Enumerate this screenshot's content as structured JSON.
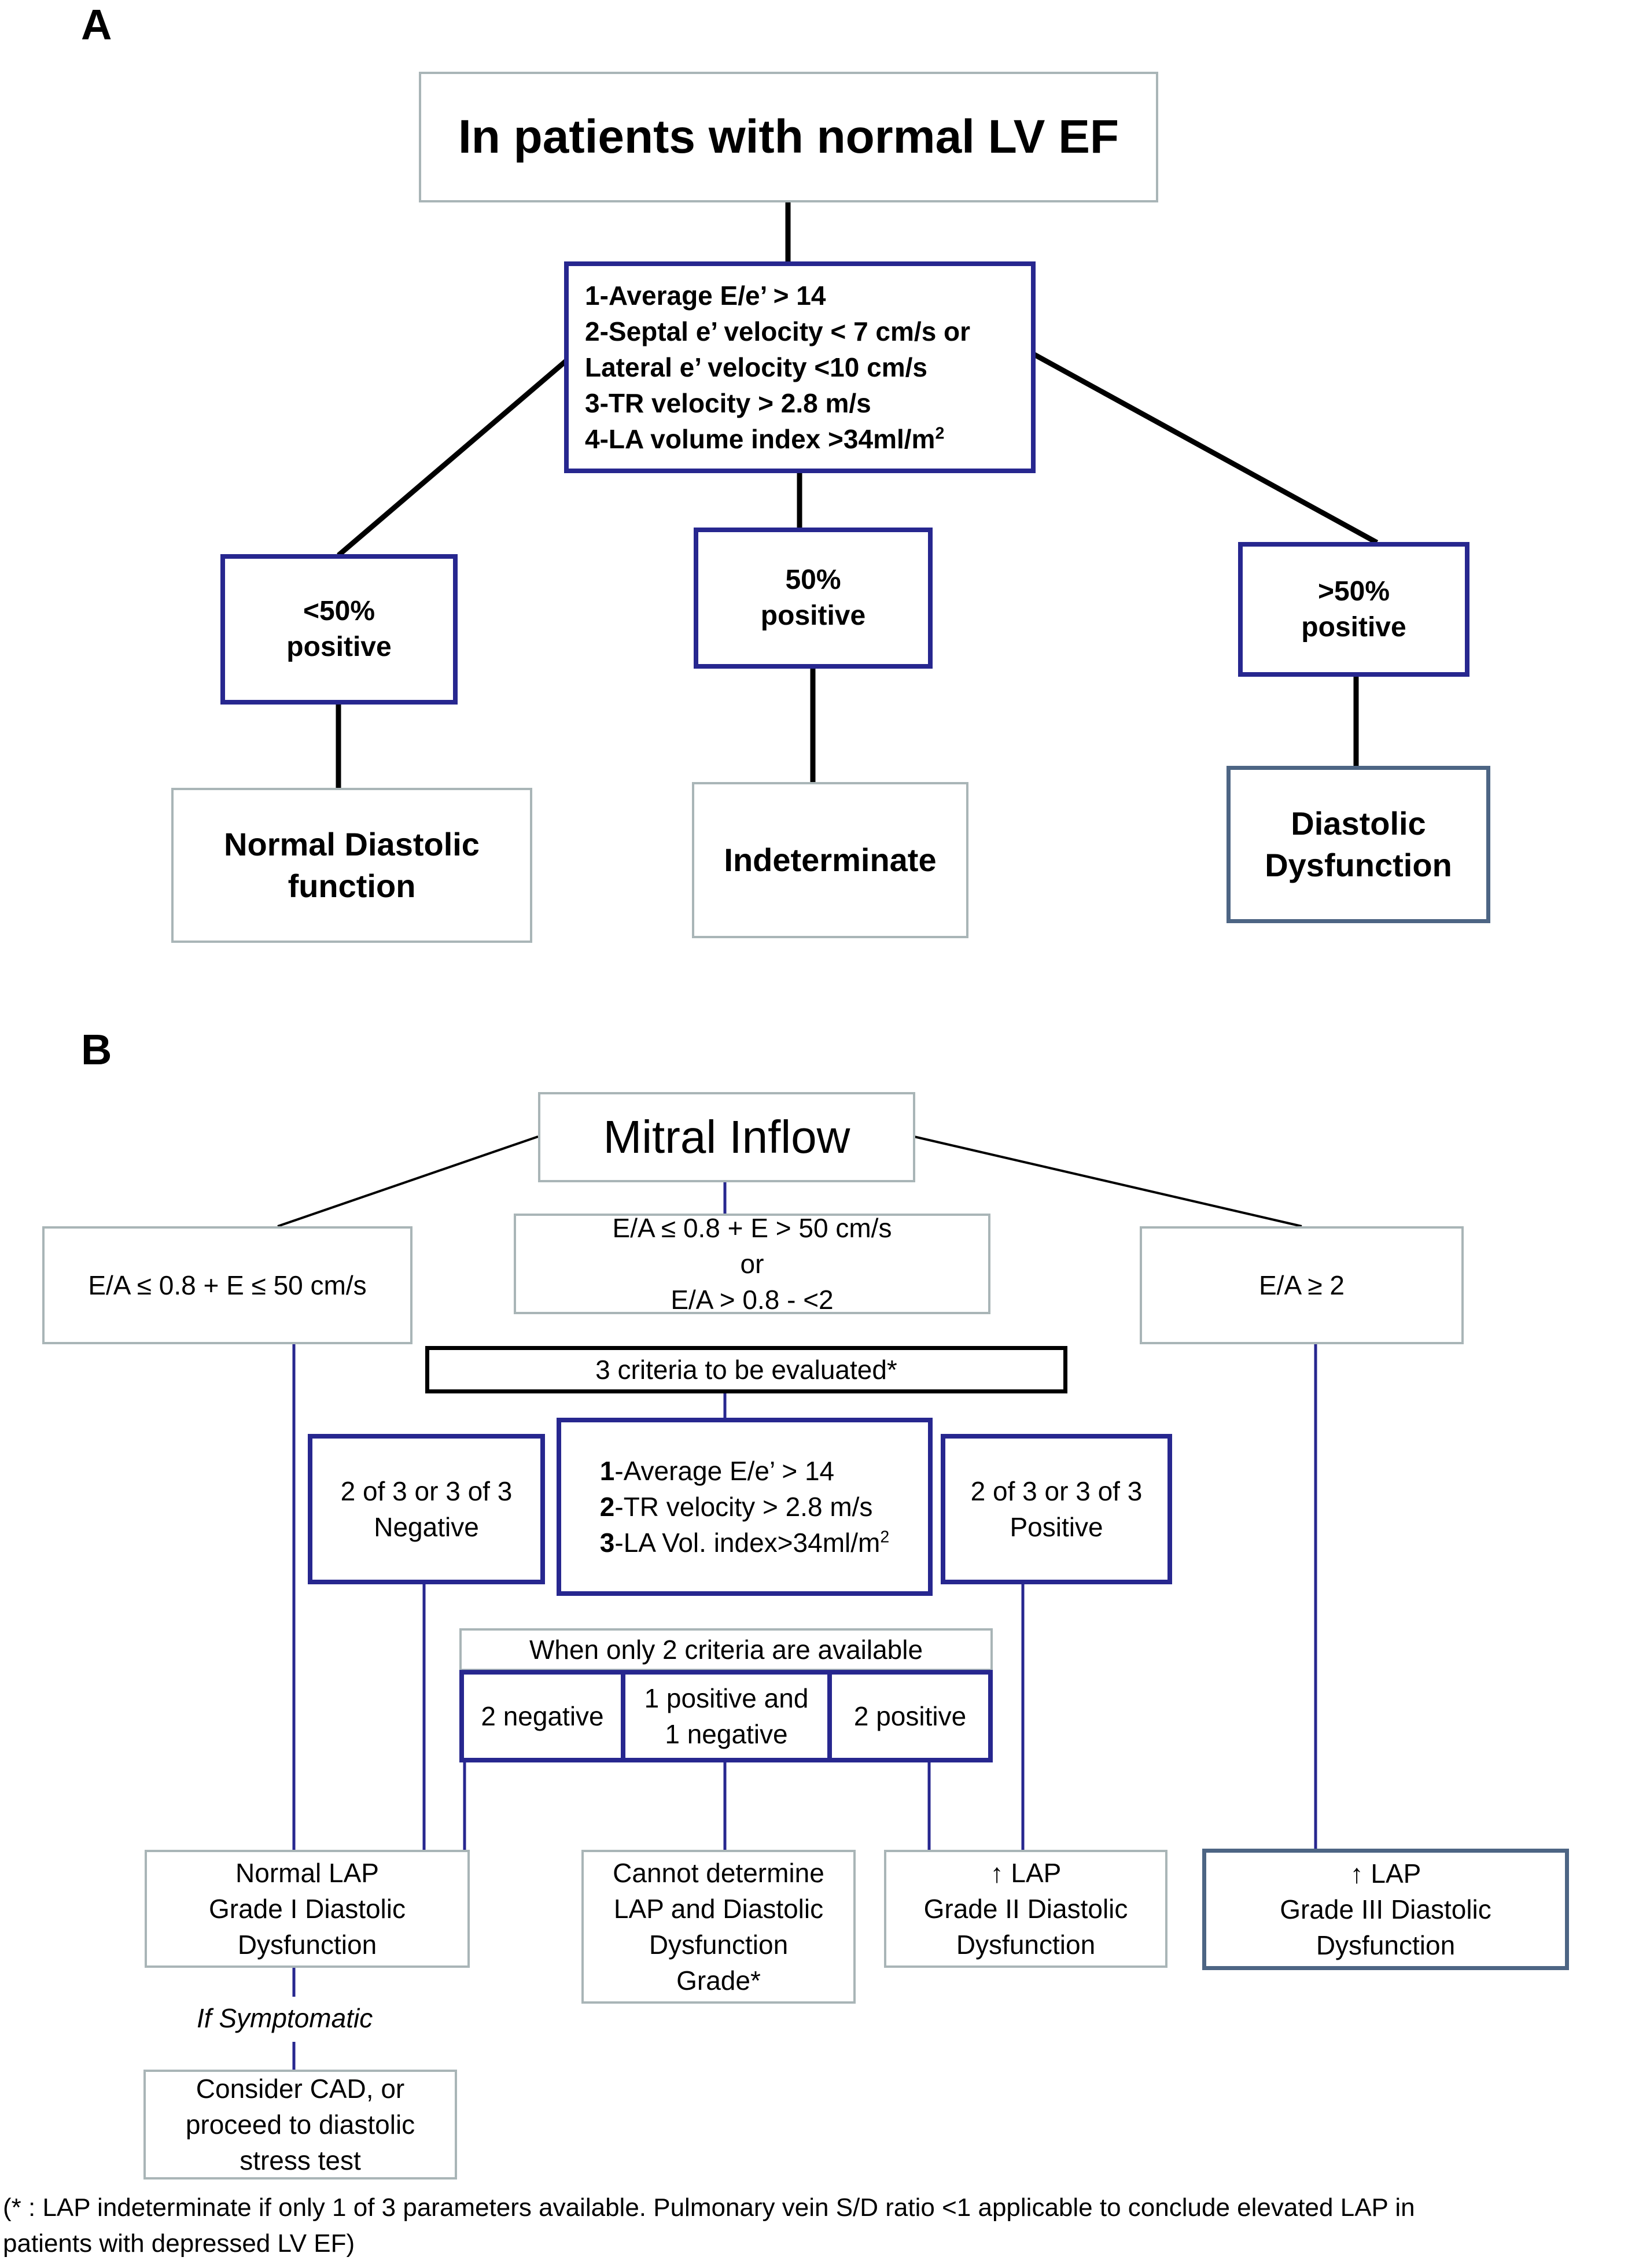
{
  "panel_a": {
    "letter": "A",
    "root": "In patients with normal LV EF",
    "criteria": [
      "1-Average E/e’ > 14",
      "2-Septal e’ velocity < 7 cm/s or",
      "Lateral e’ velocity <10 cm/s",
      "3-TR velocity > 2.8 m/s",
      "4-LA volume index >34ml/m"
    ],
    "criteria_sup": "2",
    "outcomes": [
      {
        "condition": [
          "<50%",
          "positive"
        ],
        "result": [
          "Normal Diastolic",
          "function"
        ]
      },
      {
        "condition": [
          "50%",
          "positive"
        ],
        "result": [
          "Indeterminate"
        ]
      },
      {
        "condition": [
          ">50%",
          "positive"
        ],
        "result": [
          "Diastolic",
          "Dysfunction"
        ]
      }
    ]
  },
  "panel_b": {
    "letter": "B",
    "root": "Mitral Inflow",
    "branch_left": "E/A ≤ 0.8 + E ≤ 50 cm/s",
    "branch_middle": [
      "E/A ≤ 0.8 + E > 50 cm/s",
      "or",
      "E/A > 0.8 - <2"
    ],
    "branch_right": "E/A ≥ 2",
    "criteria_header": "3 criteria to be evaluated*",
    "criteria": [
      {
        "num": "1",
        "text": "-Average E/e’ > 14"
      },
      {
        "num": "2",
        "text": "-TR velocity > 2.8 m/s"
      },
      {
        "num": "3",
        "text": "-LA Vol. index>34ml/m"
      }
    ],
    "criteria_sup": "2",
    "negative_box": [
      "2 of 3 or 3 of 3",
      "Negative"
    ],
    "positive_box": [
      "2 of 3 or 3 of 3",
      "Positive"
    ],
    "two_criteria_header": "When only 2 criteria are available",
    "two_criteria_options": [
      [
        "2 negative"
      ],
      [
        "1 positive and",
        "1 negative"
      ],
      [
        "2 positive"
      ]
    ],
    "outcome_grade1": [
      "Normal  LAP",
      "Grade I Diastolic",
      "Dysfunction"
    ],
    "outcome_cannot": [
      "Cannot determine",
      "LAP and Diastolic",
      "Dysfunction",
      "Grade*"
    ],
    "outcome_grade2": [
      "↑ LAP",
      "Grade II Diastolic",
      "Dysfunction"
    ],
    "outcome_grade3": [
      "↑ LAP",
      "Grade III Diastolic",
      "Dysfunction"
    ],
    "if_symptomatic": "If Symptomatic",
    "consider": [
      "Consider CAD, or",
      "proceed to diastolic",
      "stress  test"
    ]
  },
  "footnote": [
    "(* : LAP indeterminate if only 1 of 3 parameters available. Pulmonary vein S/D ratio <1 applicable to conclude elevated LAP in",
    "patients with depressed LV EF)"
  ],
  "colors": {
    "gray_border": "#a9b5b7",
    "blue_border": "#27278f",
    "slate_border": "#4d6584",
    "blue_line": "#27278f"
  }
}
